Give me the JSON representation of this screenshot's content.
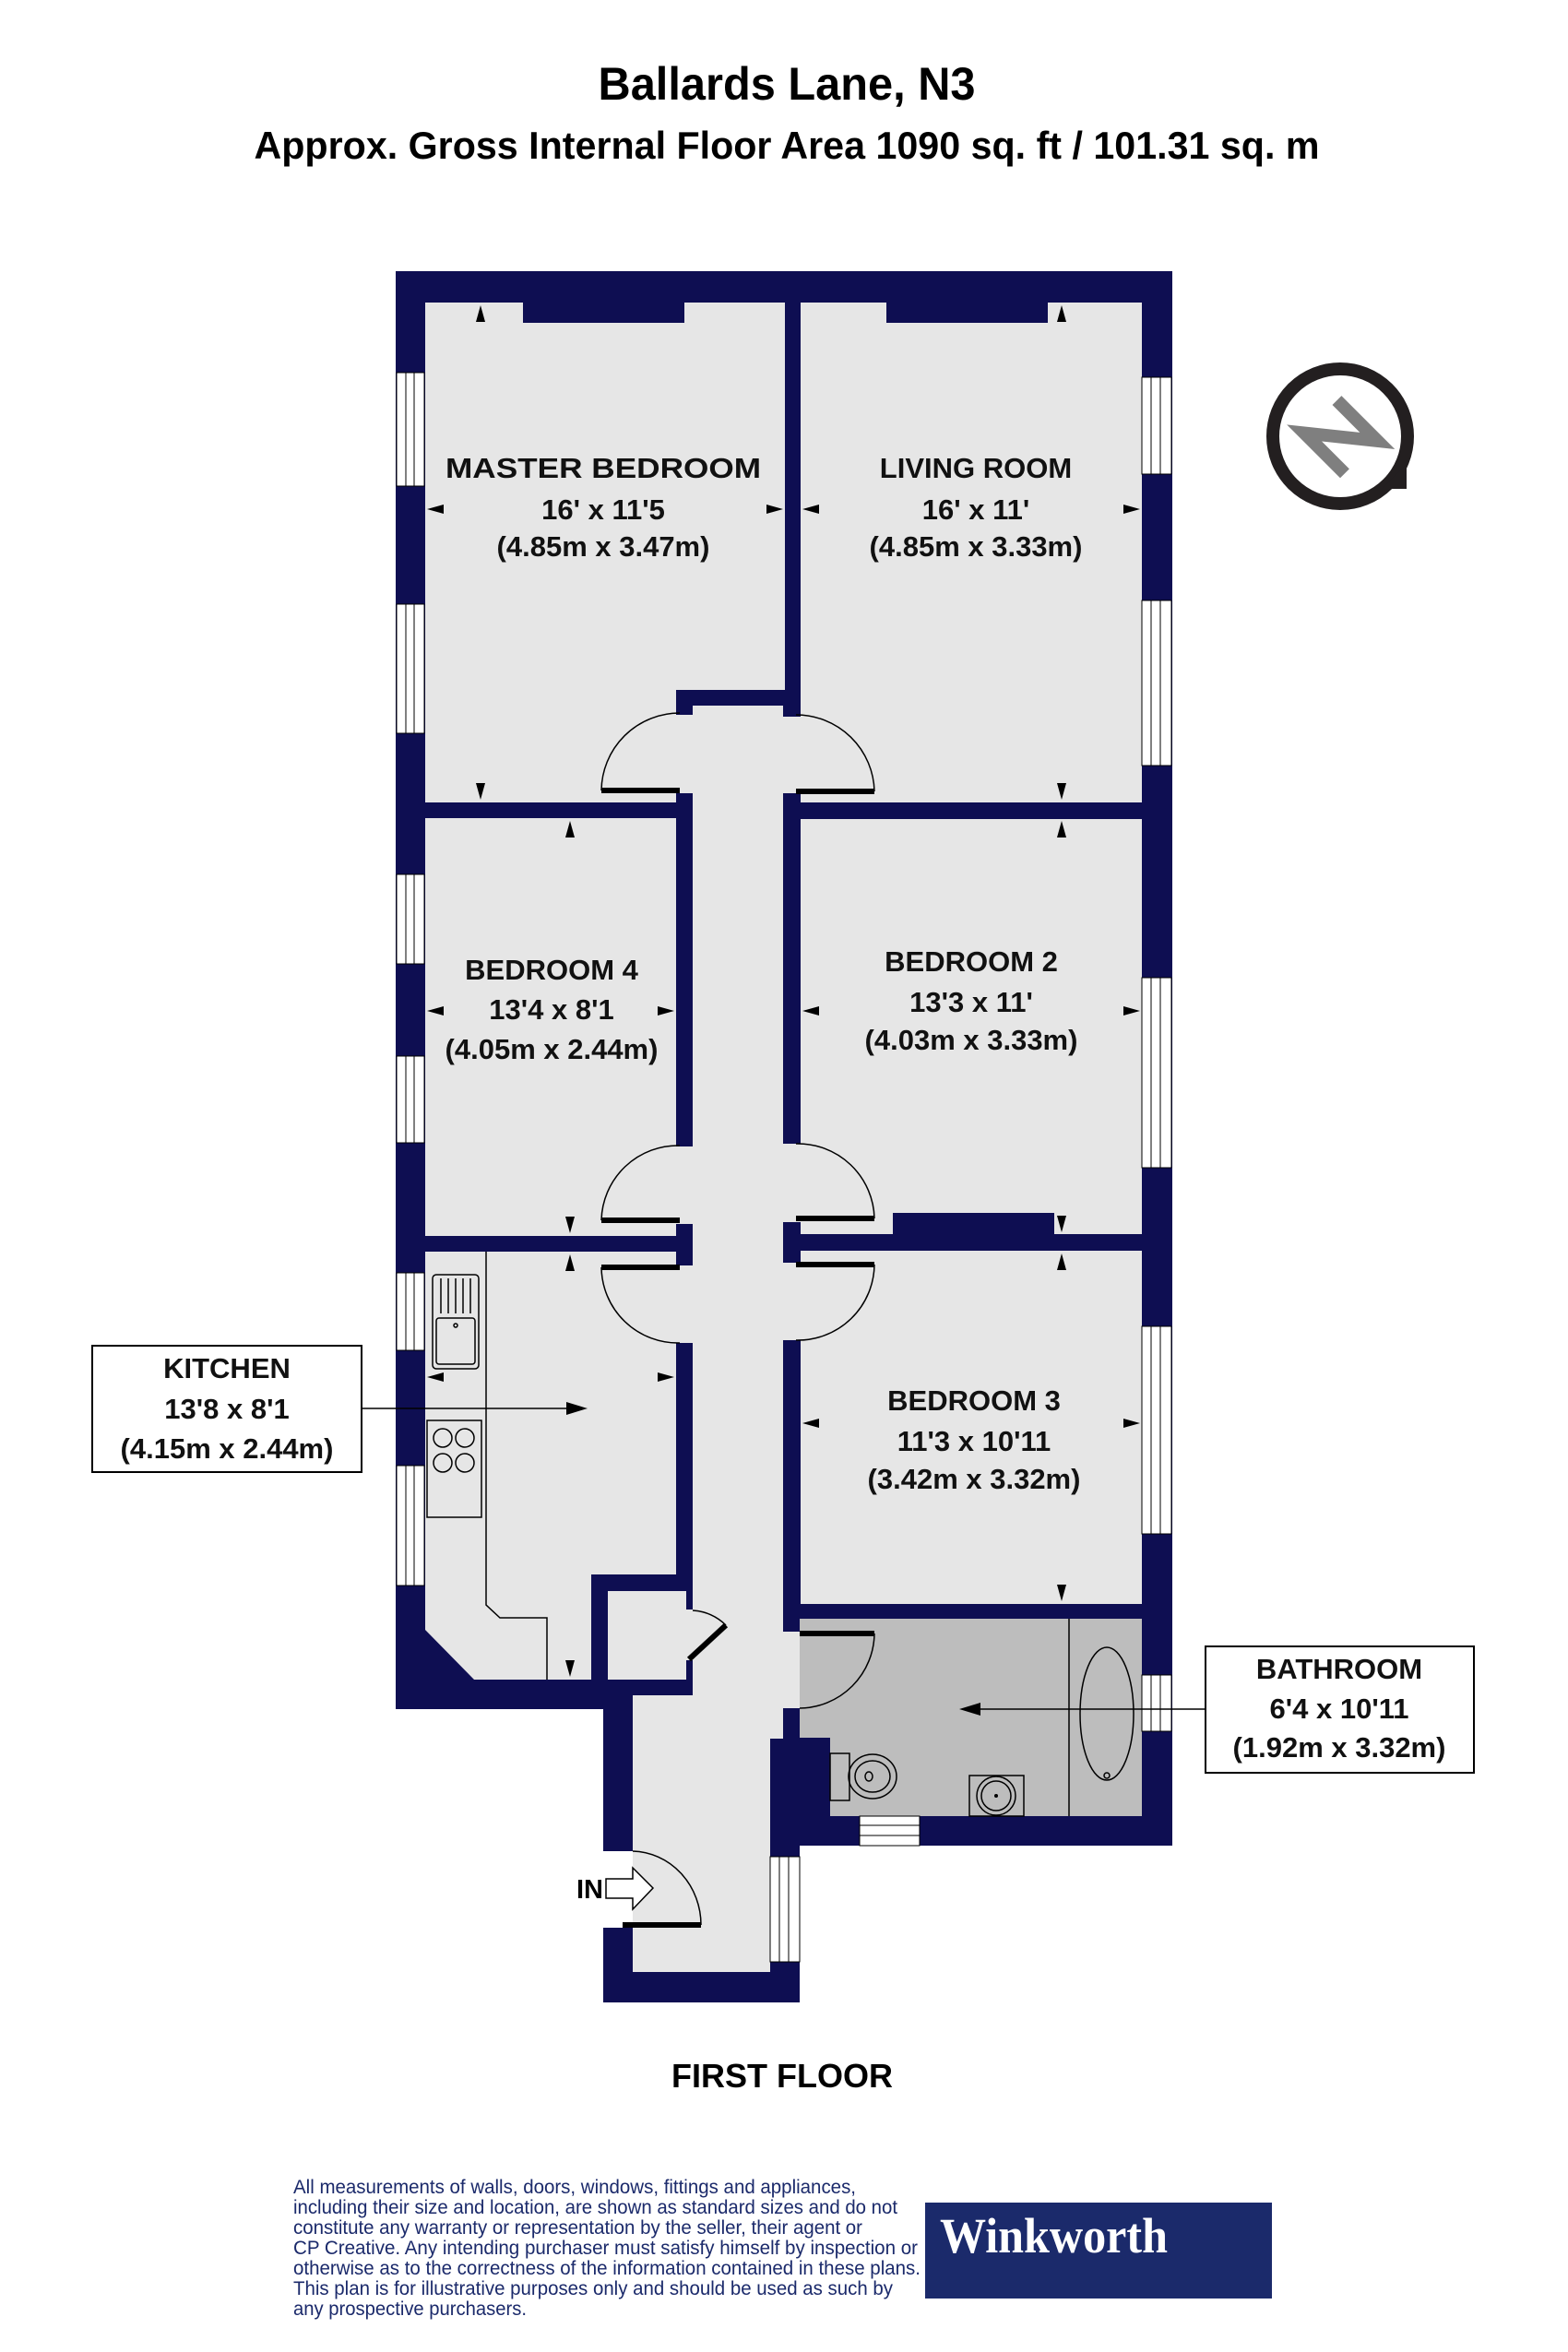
{
  "header": {
    "title": "Ballards Lane, N3",
    "subtitle": "Approx. Gross Internal Floor Area 1090 sq. ft / 101.31 sq. m"
  },
  "colors": {
    "wall": "#0e0e52",
    "floor": "#e6e6e6",
    "bathroom_floor": "#bdbdbd",
    "brand": "#1b2a6b",
    "compass_ring": "#231f20",
    "compass_n": "#7f7f7f"
  },
  "rooms": {
    "master_bedroom": {
      "name": "MASTER BEDROOM",
      "imperial": "16' x 11'5",
      "metric": "(4.85m x 3.47m)"
    },
    "living_room": {
      "name": "LIVING ROOM",
      "imperial": "16' x 11'",
      "metric": "(4.85m x 3.33m)"
    },
    "bedroom_4": {
      "name": "BEDROOM 4",
      "imperial": "13'4 x 8'1",
      "metric": "(4.05m x 2.44m)"
    },
    "bedroom_2": {
      "name": "BEDROOM 2",
      "imperial": "13'3 x 11'",
      "metric": "(4.03m x 3.33m)"
    },
    "bedroom_3": {
      "name": "BEDROOM 3",
      "imperial": "11'3 x 10'11",
      "metric": "(3.42m x 3.32m)"
    },
    "kitchen": {
      "name": "KITCHEN",
      "imperial": "13'8 x 8'1",
      "metric": "(4.15m x 2.44m)"
    },
    "bathroom": {
      "name": "BATHROOM",
      "imperial": "6'4 x 10'11",
      "metric": "(1.92m x 3.32m)"
    }
  },
  "entrance": {
    "label": "IN",
    "icon": "entrance-arrow-icon"
  },
  "compass": {
    "icon": "north-compass-icon",
    "letter": "N"
  },
  "floor_label": "FIRST FLOOR",
  "disclaimer": {
    "lines": [
      "All measurements of walls, doors, windows, fittings and appliances,",
      "including their size and location, are shown as standard sizes and do not",
      "constitute any warranty or representation by the seller, their agent or",
      "CP Creative. Any intending purchaser must satisfy himself by inspection or",
      "otherwise as to the correctness of the information contained in these plans.",
      "This plan is for illustrative purposes only and should be used as such by",
      "any prospective purchasers."
    ]
  },
  "brand": {
    "name": "Winkworth"
  }
}
